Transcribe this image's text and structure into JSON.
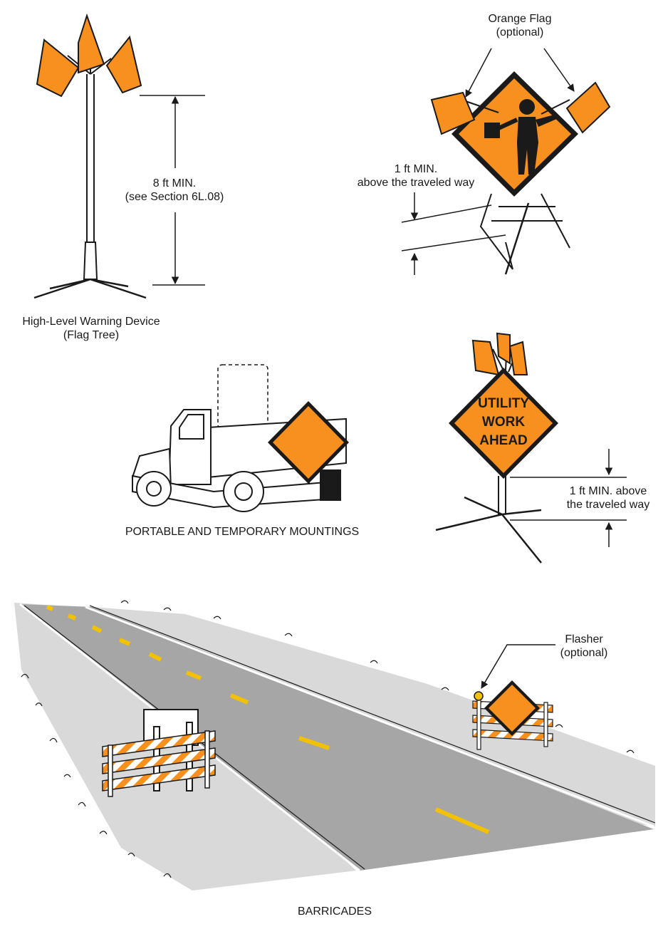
{
  "flag_tree": {
    "caption_line1": "High-Level Warning Device",
    "caption_line2": "(Flag Tree)",
    "height_line1": "8 ft MIN.",
    "height_line2": "(see Section 6L.08)"
  },
  "flagger_sign": {
    "flag_label_line1": "Orange Flag",
    "flag_label_line2": "(optional)",
    "clearance_line1": "1 ft MIN.",
    "clearance_line2": "above the traveled way"
  },
  "portable_sign": {
    "sign_line1": "UTILITY",
    "sign_line2": "WORK",
    "sign_line3": "AHEAD",
    "clearance_line1": "1 ft MIN. above",
    "clearance_line2": "the traveled way"
  },
  "portable_caption": "PORTABLE AND TEMPORARY MOUNTINGS",
  "barricades": {
    "flasher_line1": "Flasher",
    "flasher_line2": "(optional)",
    "caption": "BARRICADES"
  },
  "colors": {
    "orange": "#f7901e",
    "road": "#a6a6a6",
    "shoulder": "#d9d9d9",
    "lane_line": "#f2c200",
    "ink": "#1a1a1a"
  }
}
